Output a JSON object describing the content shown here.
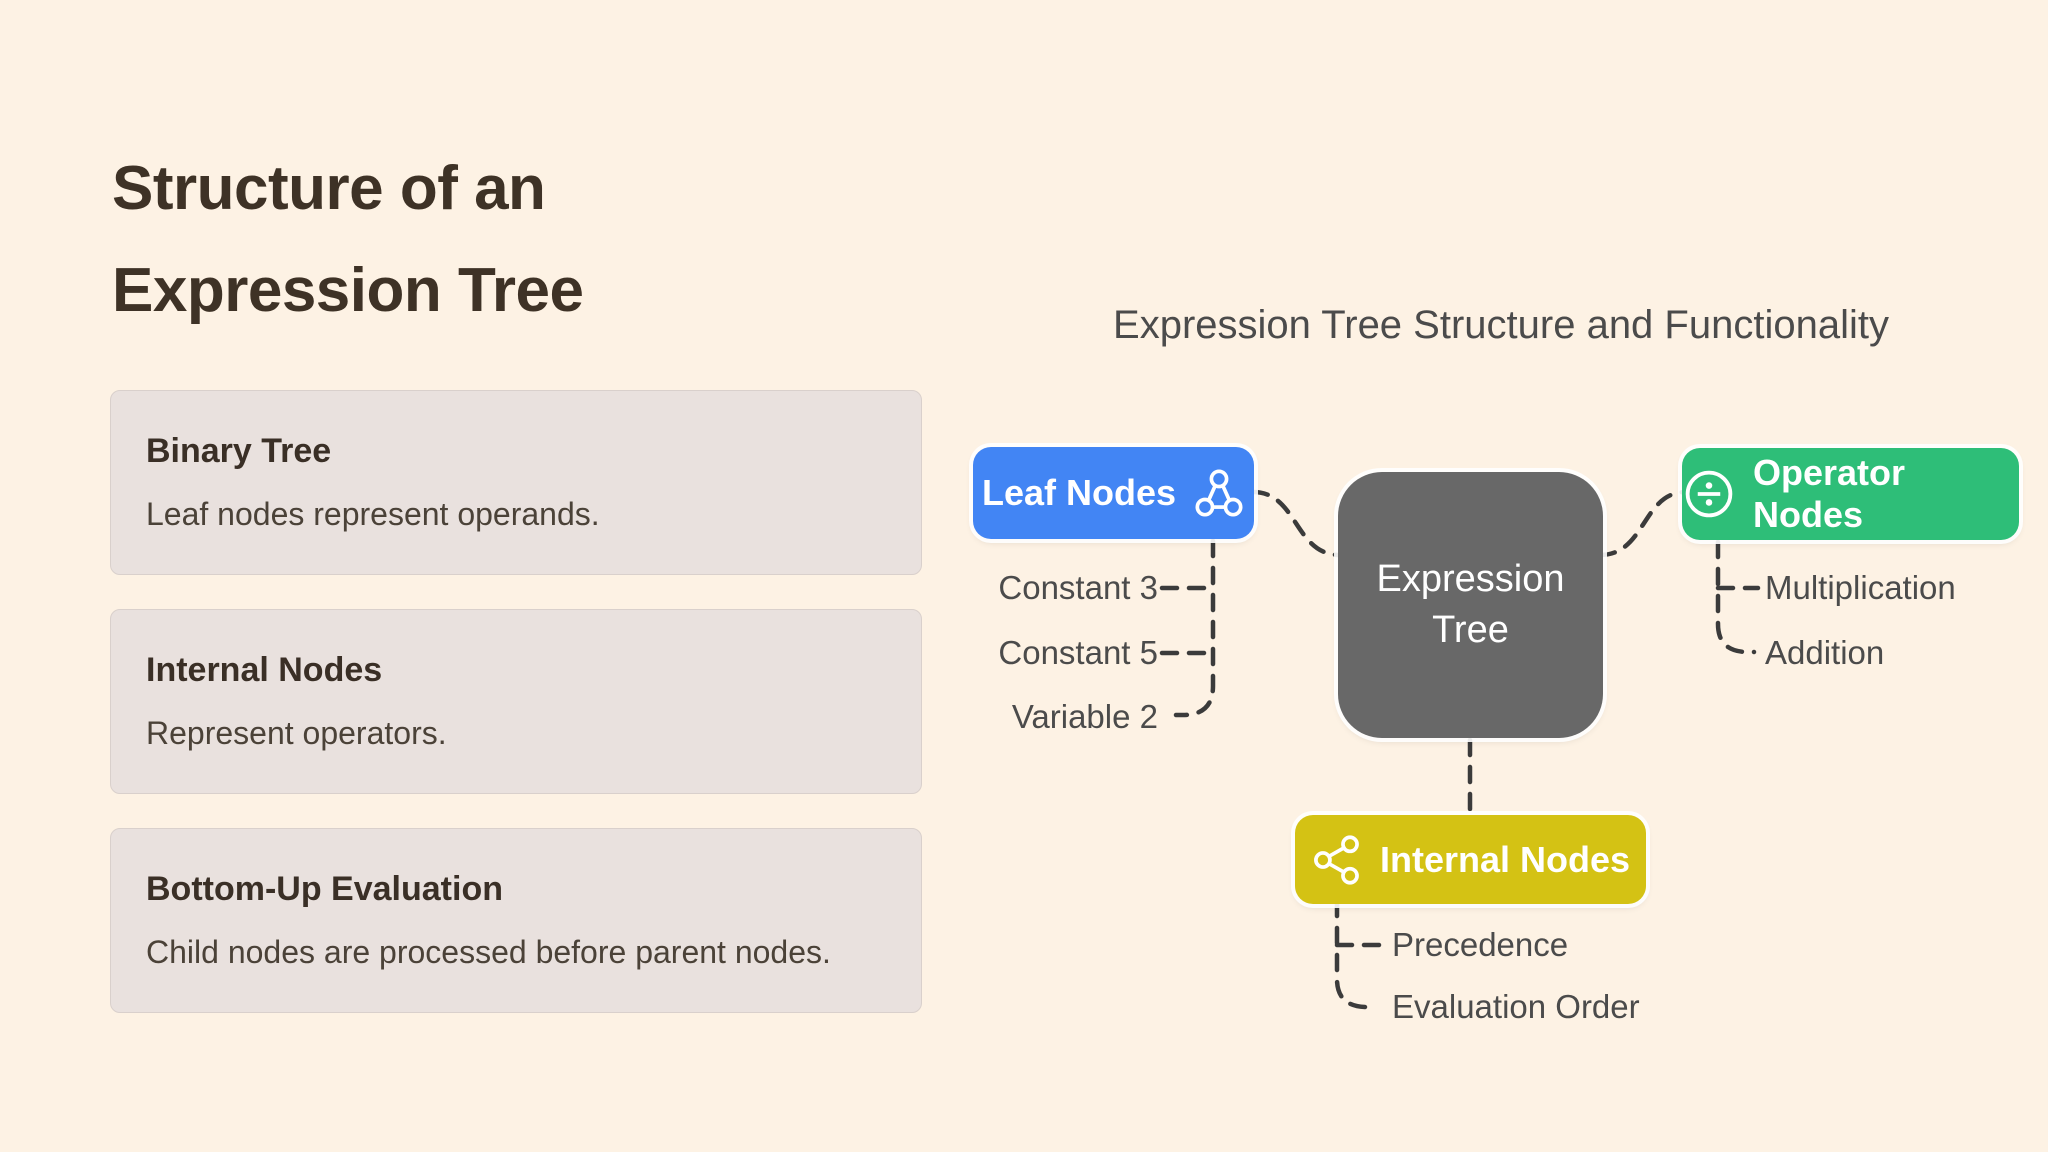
{
  "slide": {
    "title": "Structure of an Expression Tree"
  },
  "cards": [
    {
      "heading": "Binary Tree",
      "body": "Leaf nodes represent operands."
    },
    {
      "heading": "Internal Nodes",
      "body": "Represent operators."
    },
    {
      "heading": "Bottom-Up Evaluation",
      "body": "Child nodes are processed before parent nodes."
    }
  ],
  "diagram": {
    "title": "Expression Tree Structure and Functionality",
    "center": {
      "label": "Expression Tree",
      "color": "#686868"
    },
    "leaf": {
      "label": "Leaf Nodes",
      "color": "#4285f4",
      "icon": "network-triangle-icon",
      "children": [
        "Constant 3",
        "Constant 5",
        "Variable 2"
      ]
    },
    "operator": {
      "label": "Operator Nodes",
      "color": "#2ebe78",
      "icon": "divide-circle-icon",
      "children": [
        "Multiplication",
        "Addition"
      ]
    },
    "internal": {
      "label": "Internal Nodes",
      "color": "#d4c214",
      "icon": "share-icon",
      "children": [
        "Precedence",
        "Evaluation Order"
      ]
    }
  },
  "colors": {
    "page_bg": "#fdf2e4",
    "card_bg": "#e9e1de",
    "title_text": "#3e3226",
    "diagram_text": "#4b4b4b",
    "connector": "#3b3b3b"
  }
}
